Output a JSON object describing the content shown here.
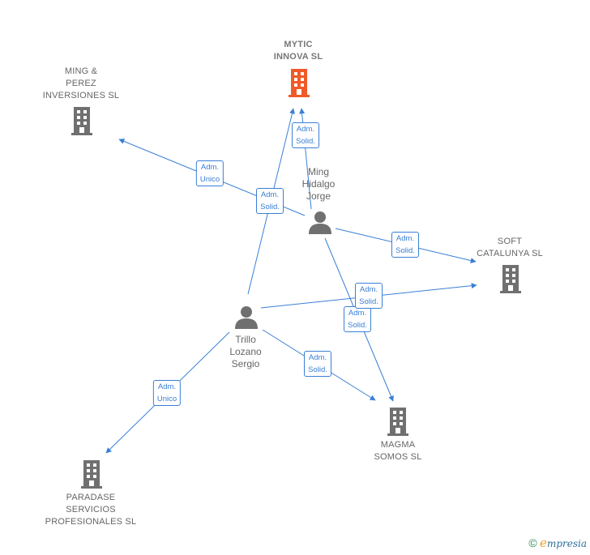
{
  "nodes": {
    "mytic": {
      "label": "MYTIC\nINNOVA  SL",
      "kind": "company-focus"
    },
    "ming_perez": {
      "label": "MING &\nPEREZ\nINVERSIONES SL",
      "kind": "company"
    },
    "soft": {
      "label": "SOFT\nCATALUNYA SL",
      "kind": "company"
    },
    "magma": {
      "label": "MAGMA\nSOMOS  SL",
      "kind": "company"
    },
    "paradase": {
      "label": "PARADASE\nSERVICIOS\nPROFESIONALES SL",
      "kind": "company"
    },
    "ming_hidalgo": {
      "label": "Ming\nHidalgo\nJorge",
      "kind": "person"
    },
    "trillo": {
      "label": "Trillo\nLozano\nSergio",
      "kind": "person"
    }
  },
  "edges": [
    {
      "from": "ming_hidalgo",
      "to": "mytic",
      "label": "Adm.\nSolid."
    },
    {
      "from": "ming_hidalgo",
      "to": "ming_perez",
      "label": "Adm.\nUnico"
    },
    {
      "from": "ming_hidalgo",
      "to": "soft",
      "label": "Adm.\nSolid."
    },
    {
      "from": "ming_hidalgo",
      "to": "magma",
      "label": "Adm.\nSolid."
    },
    {
      "from": "trillo",
      "to": "mytic",
      "label": "Adm.\nSolid."
    },
    {
      "from": "trillo",
      "to": "soft",
      "label": "Adm.\nSolid."
    },
    {
      "from": "trillo",
      "to": "magma",
      "label": "Adm.\nSolid."
    },
    {
      "from": "trillo",
      "to": "paradase",
      "label": "Adm.\nUnico"
    }
  ],
  "colors": {
    "edge": "#3a7fd5",
    "company": "#707070",
    "company_focus": "#f05a28",
    "person": "#707070"
  },
  "watermark": {
    "copyright": "©",
    "brand_initial": "e",
    "brand_rest": "mpresia"
  }
}
